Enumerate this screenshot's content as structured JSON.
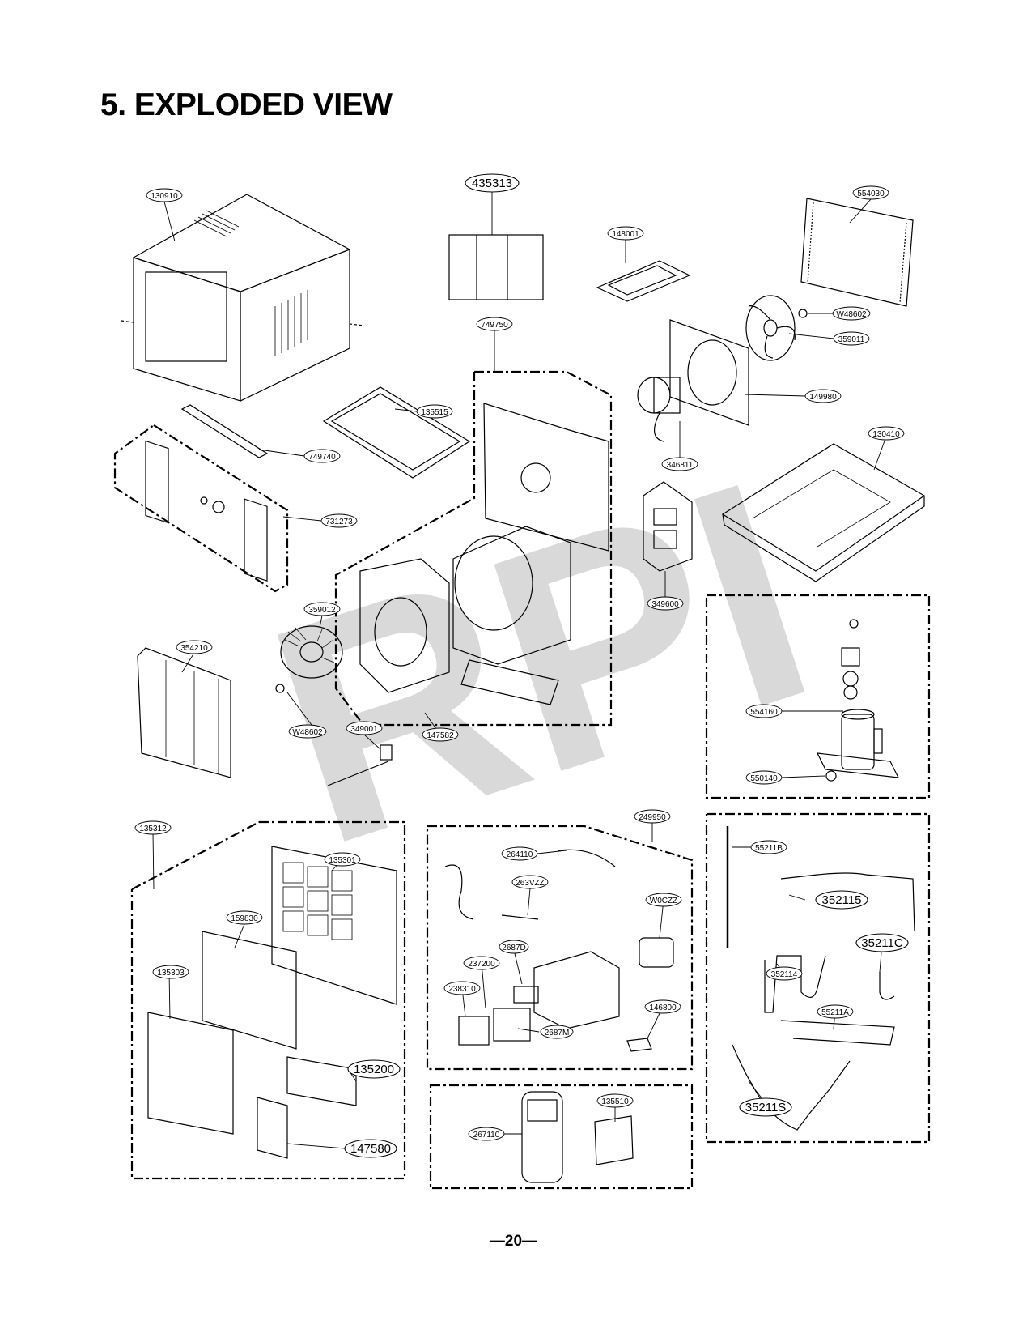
{
  "page": {
    "title": "5. EXPLODED VIEW",
    "page_number": "—20—"
  },
  "watermark": "RPI",
  "parts": {
    "p130910": "130910",
    "p435313": "435313",
    "p148001": "148001",
    "p554030": "554030",
    "pW48602a": "W48602",
    "p359011": "359011",
    "p749750": "749750",
    "p135515": "135515",
    "p149980": "149980",
    "p749740": "749740",
    "p346811": "346811",
    "p130410": "130410",
    "p731273": "731273",
    "p349600": "349600",
    "p359012": "359012",
    "p354210": "354210",
    "p554160": "554160",
    "pW48602b": "W48602",
    "p349001": "349001",
    "p147582": "147582",
    "p550140": "550140",
    "p135312": "135312",
    "p249950": "249950",
    "p264110": "264110",
    "p55211B": "55211B",
    "p135301": "135301",
    "p263VZZ": "263VZZ",
    "pW0CZZ": "W0CZZ",
    "p352115": "352115",
    "p159830": "159830",
    "p2687D": "2687D",
    "p35211C": "35211C",
    "p135303": "135303",
    "p237200": "237200",
    "p352114": "352114",
    "p238310": "238310",
    "p146800": "146800",
    "p55211A": "55211A",
    "p2687M": "2687M",
    "p135200": "135200",
    "p135510": "135510",
    "p267110": "267110",
    "p35211S": "35211S",
    "p147580": "147580"
  },
  "colors": {
    "ink": "#000000",
    "watermark": "#d9d9d9"
  }
}
